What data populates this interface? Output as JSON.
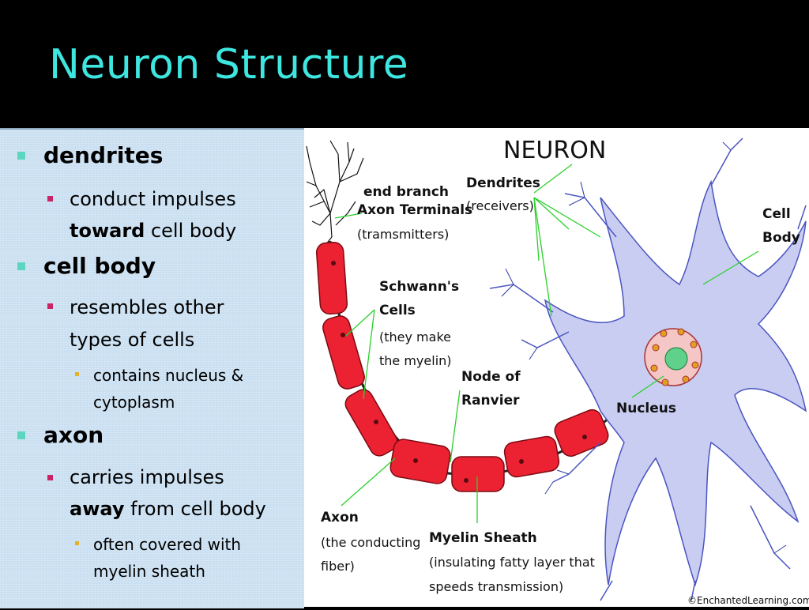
{
  "slide": {
    "title": "Neuron Structure",
    "accent_color": "#3ee6e0",
    "bullets": {
      "dendrites": "dendrites",
      "dendrites_sub1_a": "conduct impulses",
      "dendrites_sub1_b_bold": "toward",
      "dendrites_sub1_b_rest": " cell body",
      "cellbody": "cell body",
      "cellbody_sub1_a": "resembles other",
      "cellbody_sub1_b": "types of cells",
      "cellbody_sub2_a": "contains nucleus &",
      "cellbody_sub2_b": "cytoplasm",
      "axon": "axon",
      "axon_sub1_a": "carries impulses",
      "axon_sub1_b_bold": "away",
      "axon_sub1_b_rest": " from cell body",
      "axon_sub2_a": "often covered with",
      "axon_sub2_b": "myelin sheath"
    }
  },
  "diagram": {
    "heading": "NEURON",
    "end_branch": "end branch",
    "axon_terminals": "Axon Terminals",
    "transmitters": "(tramsmitters)",
    "dendrites": "Dendrites",
    "receivers": "(receivers)",
    "cell": "Cell",
    "body": "Body",
    "schwanns": "Schwann's",
    "cells": "Cells",
    "they_make": "(they make",
    "the_myelin": "the myelin)",
    "node_of": "Node of",
    "ranvier": "Ranvier",
    "nucleus": "Nucleus",
    "axon": "Axon",
    "the_conducting": "(the conducting",
    "fiber": "fiber)",
    "myelin_sheath": "Myelin Sheath",
    "insulating": "(insulating fatty layer that",
    "speeds": "speeds transmission)",
    "credit": "©EnchantedLearning.com"
  }
}
